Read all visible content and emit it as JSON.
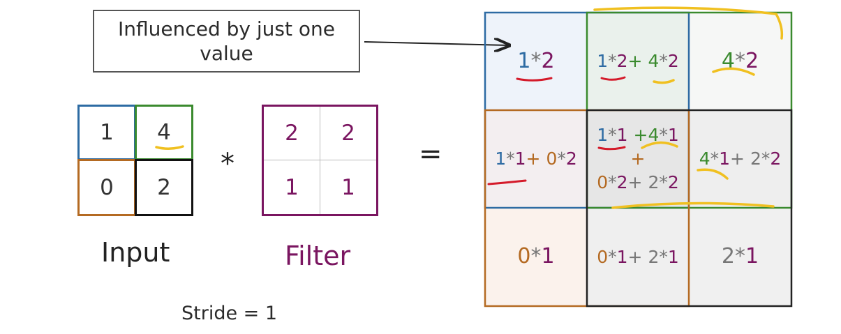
{
  "callout": {
    "text": "Influenced by just one value"
  },
  "input": {
    "label": "Input",
    "values": [
      "1",
      "4",
      "0",
      "2"
    ],
    "colors": {
      "v1": "#2d6ba3",
      "v4": "#3a8a2e",
      "v0": "#b46a22",
      "v2": "#111111"
    }
  },
  "operator_conv": "*",
  "operator_eq": "=",
  "filter": {
    "label": "Filter",
    "values": [
      "2",
      "2",
      "1",
      "1"
    ],
    "color": "#7a1560"
  },
  "stride": "Stride = 1",
  "output": {
    "r0c0": {
      "a": "1",
      "star": "*",
      "b": "2"
    },
    "r0c1": {
      "a1": "1",
      "s1": "*",
      "b1": "2",
      "plus": "+ ",
      "a2": "4",
      "s2": "*",
      "b2": "2"
    },
    "r0c2": {
      "a": "4",
      "star": "*",
      "b": "2"
    },
    "r1c0": {
      "a1": "1",
      "s1": "*",
      "b1": "1",
      "plus": "+ ",
      "a2": "0",
      "s2": "*",
      "b2": "2"
    },
    "r1c1": {
      "line1": {
        "a1": "1",
        "s1": "*",
        "b1": "1",
        "plus": " +",
        "a2": "4",
        "s2": "*",
        "b2": "1"
      },
      "plus": "+",
      "line3": {
        "a1": "0",
        "s1": "*",
        "b1": "2",
        "plus": "+ ",
        "a2": "2",
        "s2": "*",
        "b2": "2"
      }
    },
    "r1c2": {
      "a1": "4",
      "s1": "*",
      "b1": "1",
      "plus": "+ ",
      "a2": "2",
      "s2": "*",
      "b2": "2"
    },
    "r2c0": {
      "a": "0",
      "star": "*",
      "b": "1"
    },
    "r2c1": {
      "a1": "0",
      "s1": "*",
      "b1": "1",
      "plus": "+ ",
      "a2": "2",
      "s2": "*",
      "b2": "1"
    },
    "r2c2": {
      "a": "2",
      "star": "*",
      "b": "1"
    }
  },
  "colors": {
    "blue": "#2d6ba3",
    "green": "#3a8a2e",
    "orange": "#b46a22",
    "gray": "#777777",
    "purple": "#7a1560",
    "highlight_yellow": "#f0c020",
    "highlight_red": "#d41a2a"
  }
}
